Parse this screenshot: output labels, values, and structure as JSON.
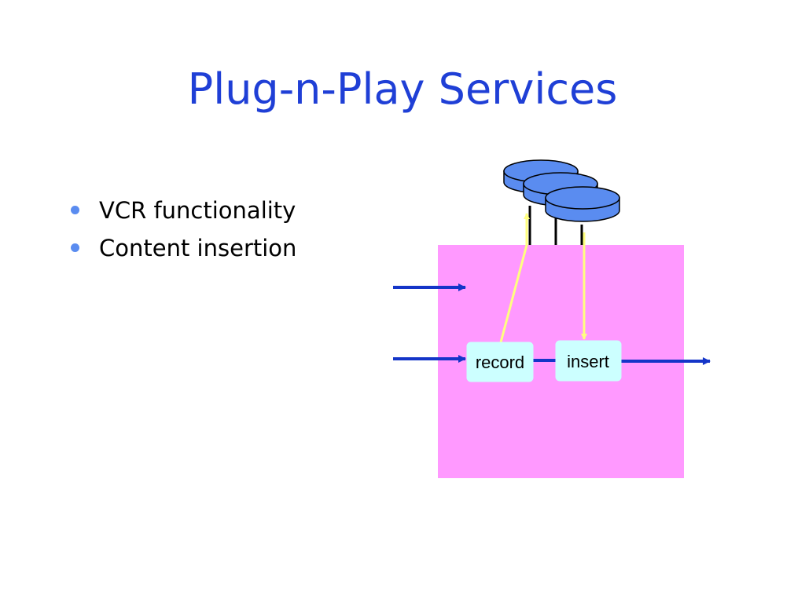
{
  "slide": {
    "title": "Plug-n-Play Services",
    "bullets": [
      "VCR functionality",
      "Content insertion"
    ]
  },
  "diagram": {
    "boxes": {
      "record": "record",
      "insert": "insert"
    },
    "colors": {
      "title": "#1f3fd6",
      "bullet": "#5a8cf0",
      "service_area": "#ff99ff",
      "box_fill": "#ccffff",
      "flow_arrow": "#1435c8",
      "storage_link": "#ffff80",
      "disk_fill": "#5a8cf0"
    }
  }
}
